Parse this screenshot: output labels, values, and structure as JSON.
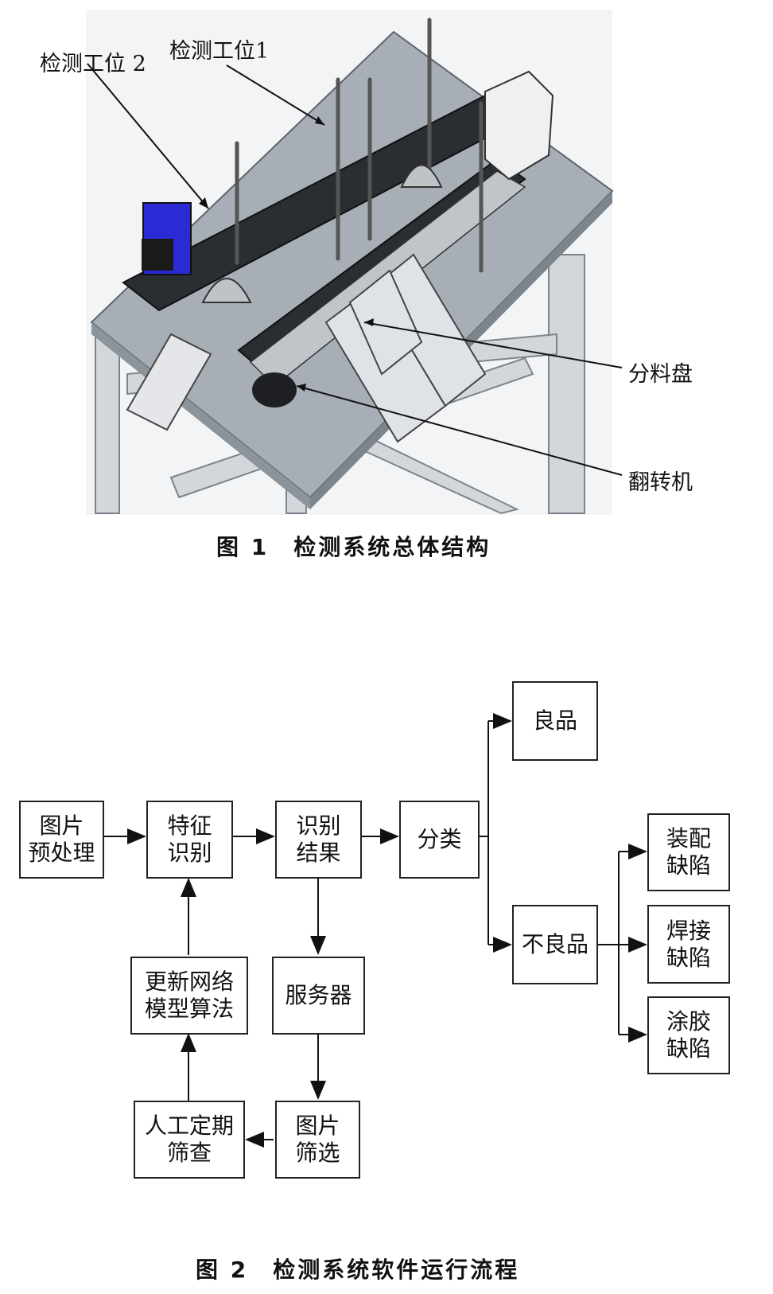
{
  "figure1": {
    "caption": "图 1　检测系统总体结构",
    "callouts": {
      "station2": "检测工位 2",
      "station1": "检测工位1",
      "sorting_tray": "分料盘",
      "flipper": "翻转机"
    }
  },
  "figure2": {
    "caption": "图 2　检测系统软件运行流程",
    "nodes": {
      "preprocess": "图片\n预处理",
      "feature": "特征\n识别",
      "result": "识别\n结果",
      "classify": "分类",
      "good": "良品",
      "defective": "不良品",
      "assembly": "装配\n缺陷",
      "welding": "焊接\n缺陷",
      "glue": "涂胶\n缺陷",
      "server": "服务器",
      "update": "更新网络\n模型算法",
      "screen": "图片\n筛选",
      "manual": "人工定期\n筛查"
    }
  },
  "colors": {
    "ink": "#111111",
    "table_top": "#9aa3ad",
    "frame": "#c9ced4",
    "motor_blue": "#2b2bd6"
  }
}
